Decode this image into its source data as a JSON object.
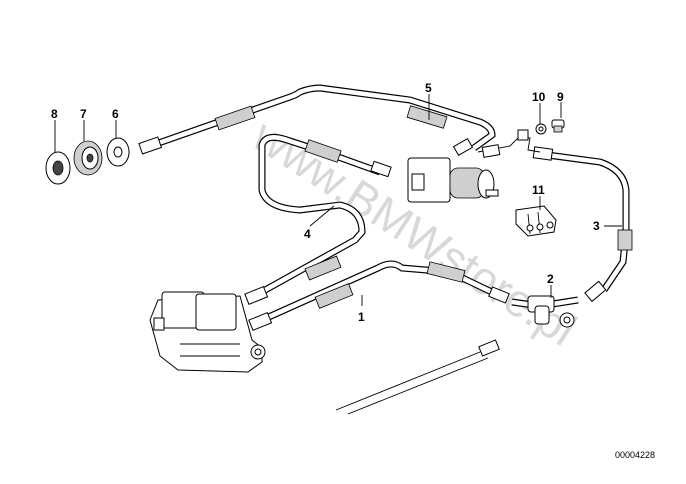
{
  "diagram": {
    "watermark": "www.BMWstore.pl",
    "part_number": "00004228",
    "callouts": [
      {
        "id": "c1",
        "label": "1"
      },
      {
        "id": "c2",
        "label": "2"
      },
      {
        "id": "c3",
        "label": "3"
      },
      {
        "id": "c4",
        "label": "4"
      },
      {
        "id": "c5",
        "label": "5"
      },
      {
        "id": "c6",
        "label": "6"
      },
      {
        "id": "c7",
        "label": "7"
      },
      {
        "id": "c8",
        "label": "8"
      },
      {
        "id": "c9",
        "label": "9"
      },
      {
        "id": "c10",
        "label": "10"
      },
      {
        "id": "c11",
        "label": "11"
      }
    ]
  }
}
